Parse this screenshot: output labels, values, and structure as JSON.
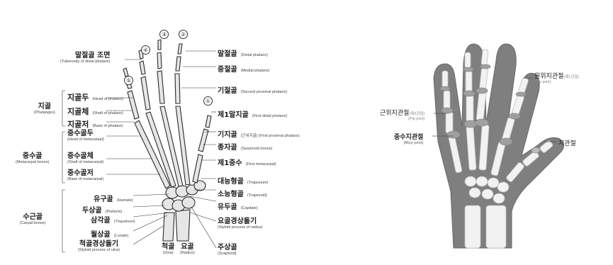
{
  "left": {
    "numbers": [
      "④",
      "③",
      "②",
      "⑤",
      "①"
    ],
    "right_labels": [
      {
        "ko": "말절골",
        "en": "(Distal phalanx)"
      },
      {
        "ko": "중절골",
        "en": "(Medial phalanx)"
      },
      {
        "ko": "기절골",
        "en": "(Second proximal phalanx)"
      },
      {
        "ko": "제1말지골",
        "en": "(First distal phalanx)"
      },
      {
        "ko": "기지골",
        "en": "(근위지골) (First proximal phalanx)"
      },
      {
        "ko": "종자골",
        "en": "(Sesamoid bones)"
      },
      {
        "ko": "제1중수",
        "en": "(First metacarpal)"
      },
      {
        "ko": "대능형골",
        "en": "(Trapezium)"
      },
      {
        "ko": "소능형골",
        "en": "(Trapezoid)"
      },
      {
        "ko": "유두골",
        "en": "(Capitate)"
      },
      {
        "ko": "요골경상돌기",
        "en": "(Styloid process of radius)"
      },
      {
        "ko": "주상골",
        "en": "(Scaphoid)"
      }
    ],
    "left_labels": [
      {
        "ko": "말절골 조면",
        "en": "(Tuberosity of distal phalanx)"
      },
      {
        "ko": "지골두",
        "en": "(Head of phalanx)"
      },
      {
        "ko": "지골체",
        "en": "(Shaft of phalanx)"
      },
      {
        "ko": "지골저",
        "en": "(Base of phalanx)"
      },
      {
        "ko": "중수골두",
        "en": "(Head of metacarpal)"
      },
      {
        "ko": "중수골체",
        "en": "(Shaft of metacarpal)"
      },
      {
        "ko": "중수골저",
        "en": "(Base of metacarpal)"
      },
      {
        "ko": "유구골",
        "en": "(Hamate)"
      },
      {
        "ko": "두상골",
        "en": "(Pisiform)"
      },
      {
        "ko": "삼각골",
        "en": "(Triquetrum)"
      },
      {
        "ko": "월상골",
        "en": "(Lunate)"
      },
      {
        "ko": "척골경상돌기",
        "en": "(Styloid process of ulna)"
      }
    ],
    "groups": [
      {
        "ko": "지골",
        "en": "(Phalanges)"
      },
      {
        "ko": "중수골",
        "en": "(Metacarpal bones)"
      },
      {
        "ko": "수근골",
        "en": "(Carpal bones)"
      }
    ],
    "bottom": {
      "ulna_ko": "척골",
      "ulna_en": "(Ulna)",
      "radius_ko": "요골",
      "radius_en": "(Radius)"
    }
  },
  "right": {
    "dip": {
      "ko": "원위지관절",
      "ko2": "(제1관절)",
      "en": "(Dip joint)"
    },
    "pip": {
      "ko": "근위지관절",
      "ko2": "(제2관절)",
      "en": "(Pip joint)"
    },
    "mcp": {
      "ko": "중수지관절",
      "en": "(Mcp joint)"
    },
    "thumb": {
      "ko": "지관절"
    }
  }
}
